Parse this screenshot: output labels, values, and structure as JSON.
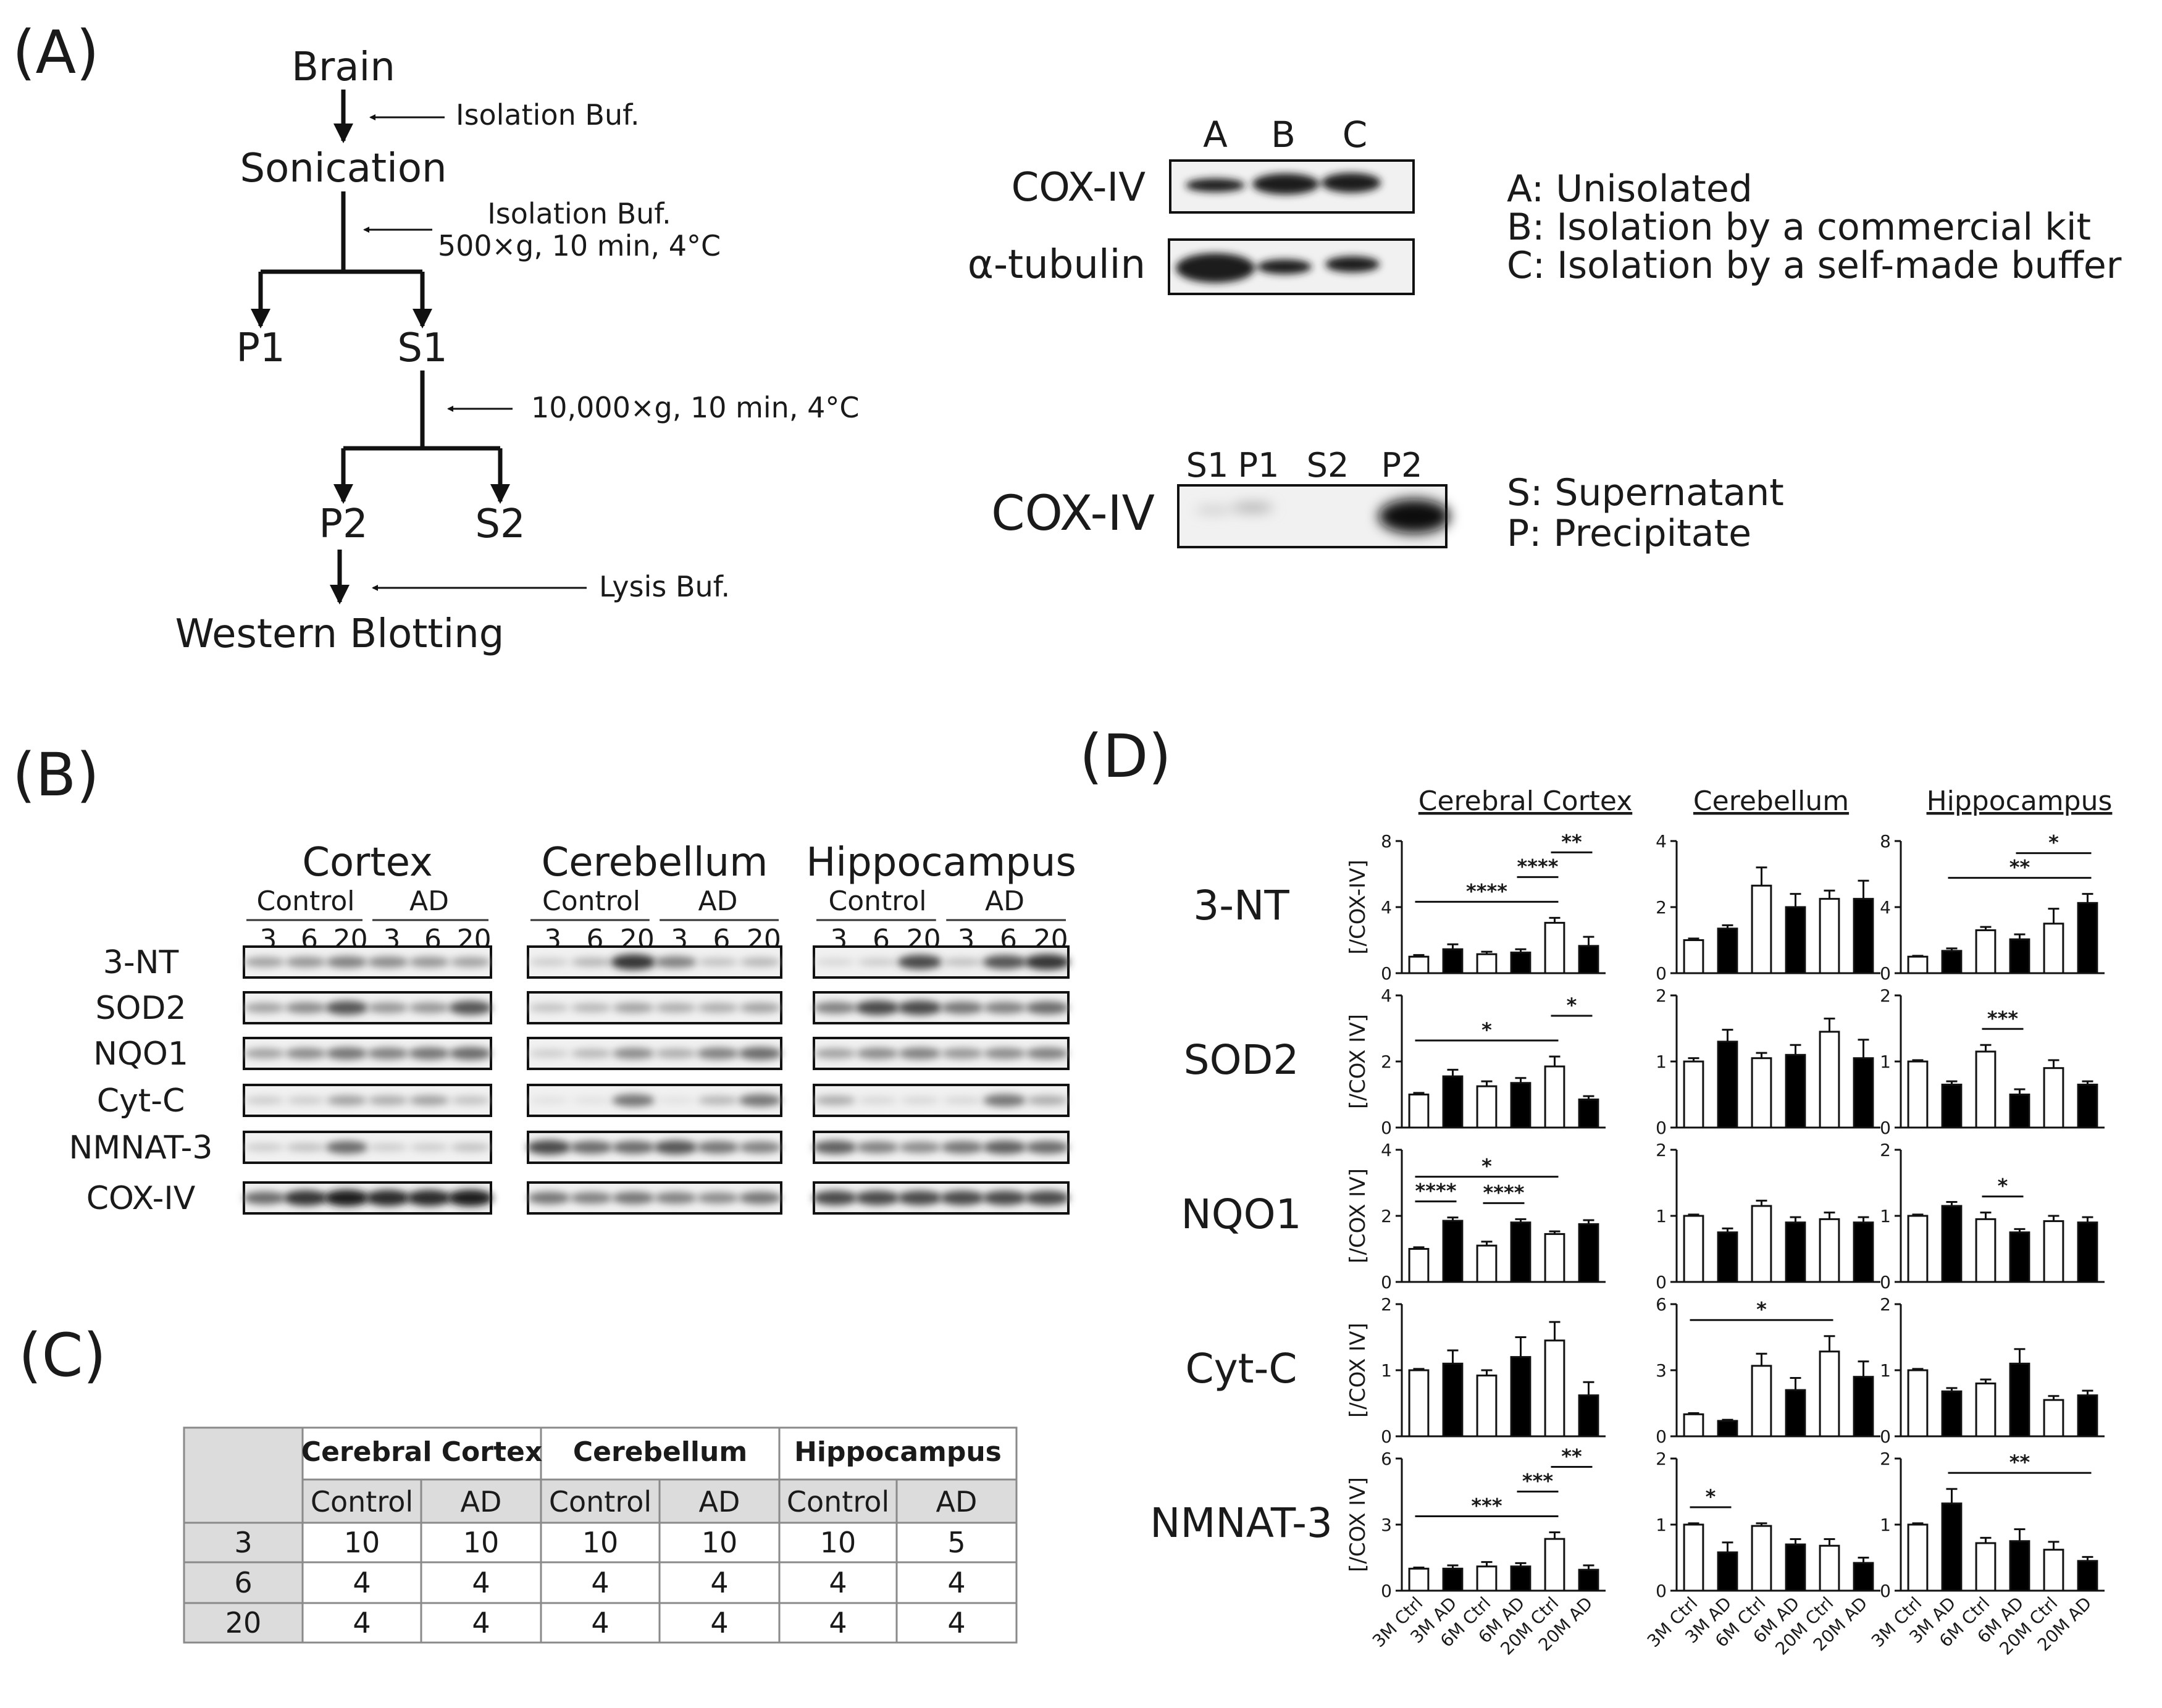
{
  "panel_a": {
    "label": "(A)",
    "flow": {
      "brain": "Brain",
      "isolation_buf_1": "Isolation Buf.",
      "sonication": "Sonication",
      "isolation_buf_2": "Isolation Buf.",
      "spin_1": "500×g, 10 min, 4°C",
      "p1": "P1",
      "s1": "S1",
      "spin_2": "10,000×g, 10 min, 4°C",
      "p2": "P2",
      "s2": "S2",
      "lysis_buf": "Lysis Buf.",
      "western": "Western Blotting"
    },
    "blot_top": {
      "lanes": [
        "A",
        "B",
        "C"
      ],
      "rows": [
        "COX-IV",
        "α-tubulin"
      ],
      "legend": [
        "A: Unisolated",
        "B: Isolation by a commercial kit",
        "C: Isolation by a self-made buffer"
      ]
    },
    "blot_bottom": {
      "lanes": [
        "S1",
        "P1",
        "S2",
        "P2"
      ],
      "row": "COX-IV",
      "legend": [
        "S: Supernatant",
        "P: Precipitate"
      ]
    }
  },
  "panel_b": {
    "label": "(B)",
    "regions": [
      "Cortex",
      "Cerebellum",
      "Hippocampus"
    ],
    "groups": [
      "Control",
      "AD"
    ],
    "ages": [
      "3",
      "6",
      "20"
    ],
    "proteins": [
      "3-NT",
      "SOD2",
      "NQO1",
      "Cyt-C",
      "NMNAT-3",
      "COX-IV"
    ]
  },
  "panel_c": {
    "label": "(C)",
    "regions": [
      "Cerebral Cortex",
      "Cerebellum",
      "Hippocampus"
    ],
    "subheaders": [
      "Control",
      "AD",
      "Control",
      "AD",
      "Control",
      "AD"
    ],
    "rows": [
      {
        "age": "3",
        "values": [
          "10",
          "10",
          "10",
          "10",
          "10",
          "5"
        ]
      },
      {
        "age": "6",
        "values": [
          "4",
          "4",
          "4",
          "4",
          "4",
          "4"
        ]
      },
      {
        "age": "20",
        "values": [
          "4",
          "4",
          "4",
          "4",
          "4",
          "4"
        ]
      }
    ]
  },
  "panel_d": {
    "label": "(D)",
    "column_titles": [
      "Cerebral Cortex",
      "Cerebellum",
      "Hippocampus"
    ],
    "row_labels": [
      "3-NT",
      "SOD2",
      "NQO1",
      "Cyt-C",
      "NMNAT-3"
    ],
    "y_axis_labels": [
      "[/COX-IV]",
      "[/COX IV]",
      "[/COX IV]",
      "[/COX IV]",
      "[/COX IV]"
    ],
    "categories": [
      "3M Ctrl",
      "3M AD",
      "6M Ctrl",
      "6M AD",
      "20M Ctrl",
      "20M AD"
    ]
  },
  "chart_data": [
    {
      "type": "bar",
      "title": "3-NT",
      "subtitle": "Cerebral Cortex",
      "ylabel": "[/COX-IV]",
      "categories": [
        "3M Ctrl",
        "3M AD",
        "6M Ctrl",
        "6M AD",
        "20M Ctrl",
        "20M AD"
      ],
      "values": [
        1.0,
        1.45,
        1.15,
        1.25,
        3.05,
        1.65
      ],
      "errors": [
        0.1,
        0.3,
        0.15,
        0.2,
        0.3,
        0.55
      ],
      "ylim": [
        0,
        8
      ],
      "yticks": [
        0,
        4,
        8
      ],
      "significance": [
        {
          "from": "3M Ctrl",
          "to": "20M Ctrl",
          "label": "****"
        },
        {
          "from": "6M AD",
          "to": "20M Ctrl",
          "label": "****"
        },
        {
          "from": "20M Ctrl",
          "to": "20M AD",
          "label": "**"
        }
      ]
    },
    {
      "type": "bar",
      "title": "3-NT",
      "subtitle": "Cerebellum",
      "categories": [
        "3M Ctrl",
        "3M AD",
        "6M Ctrl",
        "6M AD",
        "20M Ctrl",
        "20M AD"
      ],
      "values": [
        1.0,
        1.35,
        2.65,
        2.0,
        2.25,
        2.25
      ],
      "errors": [
        0.05,
        0.1,
        0.55,
        0.4,
        0.25,
        0.55
      ],
      "ylim": [
        0,
        4
      ],
      "yticks": [
        0,
        2,
        4
      ],
      "significance": []
    },
    {
      "type": "bar",
      "title": "3-NT",
      "subtitle": "Hippocampus",
      "categories": [
        "3M Ctrl",
        "3M AD",
        "6M Ctrl",
        "6M AD",
        "20M Ctrl",
        "20M AD"
      ],
      "values": [
        1.0,
        1.35,
        2.6,
        2.05,
        3.0,
        4.25
      ],
      "errors": [
        0.05,
        0.15,
        0.2,
        0.3,
        0.9,
        0.55
      ],
      "ylim": [
        0,
        8
      ],
      "yticks": [
        0,
        4,
        8
      ],
      "significance": [
        {
          "from": "3M AD",
          "to": "20M AD",
          "label": "**"
        },
        {
          "from": "6M AD",
          "to": "20M AD",
          "label": "*"
        }
      ]
    },
    {
      "type": "bar",
      "title": "SOD2",
      "subtitle": "Cerebral Cortex",
      "ylabel": "[/COX IV]",
      "categories": [
        "3M Ctrl",
        "3M AD",
        "6M Ctrl",
        "6M AD",
        "20M Ctrl",
        "20M AD"
      ],
      "values": [
        1.0,
        1.55,
        1.25,
        1.35,
        1.85,
        0.85
      ],
      "errors": [
        0.05,
        0.2,
        0.15,
        0.15,
        0.3,
        0.1
      ],
      "ylim": [
        0,
        4
      ],
      "yticks": [
        0,
        2,
        4
      ],
      "significance": [
        {
          "from": "3M Ctrl",
          "to": "20M Ctrl",
          "label": "*"
        },
        {
          "from": "20M Ctrl",
          "to": "20M AD",
          "label": "*"
        }
      ]
    },
    {
      "type": "bar",
      "title": "SOD2",
      "subtitle": "Cerebellum",
      "categories": [
        "3M Ctrl",
        "3M AD",
        "6M Ctrl",
        "6M AD",
        "20M Ctrl",
        "20M AD"
      ],
      "values": [
        1.0,
        1.3,
        1.05,
        1.1,
        1.45,
        1.05
      ],
      "errors": [
        0.05,
        0.18,
        0.08,
        0.15,
        0.2,
        0.28
      ],
      "ylim": [
        0,
        2
      ],
      "yticks": [
        0,
        1,
        2
      ],
      "significance": []
    },
    {
      "type": "bar",
      "title": "SOD2",
      "subtitle": "Hippocampus",
      "categories": [
        "3M Ctrl",
        "3M AD",
        "6M Ctrl",
        "6M AD",
        "20M Ctrl",
        "20M AD"
      ],
      "values": [
        1.0,
        0.65,
        1.15,
        0.5,
        0.9,
        0.65
      ],
      "errors": [
        0.02,
        0.05,
        0.1,
        0.08,
        0.12,
        0.05
      ],
      "ylim": [
        0,
        2
      ],
      "yticks": [
        0,
        1,
        2
      ],
      "significance": [
        {
          "from": "6M Ctrl",
          "to": "6M AD",
          "label": "***"
        }
      ]
    },
    {
      "type": "bar",
      "title": "NQO1",
      "subtitle": "Cerebral Cortex",
      "ylabel": "[/COX IV]",
      "categories": [
        "3M Ctrl",
        "3M AD",
        "6M Ctrl",
        "6M AD",
        "20M Ctrl",
        "20M AD"
      ],
      "values": [
        1.0,
        1.85,
        1.1,
        1.8,
        1.45,
        1.75
      ],
      "errors": [
        0.05,
        0.1,
        0.12,
        0.1,
        0.08,
        0.12
      ],
      "ylim": [
        0,
        4
      ],
      "yticks": [
        0,
        2,
        4
      ],
      "significance": [
        {
          "from": "3M Ctrl",
          "to": "3M AD",
          "label": "****"
        },
        {
          "from": "6M Ctrl",
          "to": "6M AD",
          "label": "****"
        },
        {
          "from": "3M Ctrl",
          "to": "20M Ctrl",
          "label": "*"
        }
      ]
    },
    {
      "type": "bar",
      "title": "NQO1",
      "subtitle": "Cerebellum",
      "categories": [
        "3M Ctrl",
        "3M AD",
        "6M Ctrl",
        "6M AD",
        "20M Ctrl",
        "20M AD"
      ],
      "values": [
        1.0,
        0.75,
        1.15,
        0.9,
        0.95,
        0.9
      ],
      "errors": [
        0.02,
        0.06,
        0.08,
        0.08,
        0.1,
        0.08
      ],
      "ylim": [
        0,
        2
      ],
      "yticks": [
        0,
        1,
        2
      ],
      "significance": []
    },
    {
      "type": "bar",
      "title": "NQO1",
      "subtitle": "Hippocampus",
      "categories": [
        "3M Ctrl",
        "3M AD",
        "6M Ctrl",
        "6M AD",
        "20M Ctrl",
        "20M AD"
      ],
      "values": [
        1.0,
        1.15,
        0.95,
        0.75,
        0.92,
        0.9
      ],
      "errors": [
        0.02,
        0.06,
        0.1,
        0.05,
        0.08,
        0.08
      ],
      "ylim": [
        0,
        2
      ],
      "yticks": [
        0,
        1,
        2
      ],
      "significance": [
        {
          "from": "6M Ctrl",
          "to": "6M AD",
          "label": "*"
        }
      ]
    },
    {
      "type": "bar",
      "title": "Cyt-C",
      "subtitle": "Cerebral Cortex",
      "ylabel": "[/COX IV]",
      "categories": [
        "3M Ctrl",
        "3M AD",
        "6M Ctrl",
        "6M AD",
        "20M Ctrl",
        "20M AD"
      ],
      "values": [
        1.0,
        1.1,
        0.92,
        1.2,
        1.45,
        0.62
      ],
      "errors": [
        0.02,
        0.2,
        0.08,
        0.3,
        0.28,
        0.2
      ],
      "ylim": [
        0,
        2
      ],
      "yticks": [
        0,
        1,
        2
      ],
      "significance": []
    },
    {
      "type": "bar",
      "title": "Cyt-C",
      "subtitle": "Cerebellum",
      "categories": [
        "3M Ctrl",
        "3M AD",
        "6M Ctrl",
        "6M AD",
        "20M Ctrl",
        "20M AD"
      ],
      "values": [
        1.0,
        0.7,
        3.2,
        2.1,
        3.85,
        2.7
      ],
      "errors": [
        0.05,
        0.05,
        0.55,
        0.55,
        0.7,
        0.7
      ],
      "ylim": [
        0,
        6
      ],
      "yticks": [
        0,
        3,
        6
      ],
      "significance": [
        {
          "from": "3M Ctrl",
          "to": "20M Ctrl",
          "label": "*"
        }
      ]
    },
    {
      "type": "bar",
      "title": "Cyt-C",
      "subtitle": "Hippocampus",
      "categories": [
        "3M Ctrl",
        "3M AD",
        "6M Ctrl",
        "6M AD",
        "20M Ctrl",
        "20M AD"
      ],
      "values": [
        1.0,
        0.68,
        0.8,
        1.1,
        0.55,
        0.62
      ],
      "errors": [
        0.02,
        0.05,
        0.06,
        0.22,
        0.06,
        0.07
      ],
      "ylim": [
        0,
        2
      ],
      "yticks": [
        0,
        1,
        2
      ],
      "significance": []
    },
    {
      "type": "bar",
      "title": "NMNAT-3",
      "subtitle": "Cerebral Cortex",
      "ylabel": "[/COX IV]",
      "categories": [
        "3M Ctrl",
        "3M AD",
        "6M Ctrl",
        "6M AD",
        "20M Ctrl",
        "20M AD"
      ],
      "values": [
        1.0,
        1.0,
        1.1,
        1.1,
        2.35,
        0.95
      ],
      "errors": [
        0.05,
        0.15,
        0.2,
        0.15,
        0.3,
        0.2
      ],
      "ylim": [
        0,
        6
      ],
      "yticks": [
        0,
        3,
        6
      ],
      "significance": [
        {
          "from": "3M Ctrl",
          "to": "20M Ctrl",
          "label": "***"
        },
        {
          "from": "6M AD",
          "to": "20M Ctrl",
          "label": "***"
        },
        {
          "from": "20M Ctrl",
          "to": "20M AD",
          "label": "**"
        }
      ]
    },
    {
      "type": "bar",
      "title": "NMNAT-3",
      "subtitle": "Cerebellum",
      "categories": [
        "3M Ctrl",
        "3M AD",
        "6M Ctrl",
        "6M AD",
        "20M Ctrl",
        "20M AD"
      ],
      "values": [
        1.0,
        0.58,
        0.98,
        0.7,
        0.68,
        0.42
      ],
      "errors": [
        0.02,
        0.15,
        0.04,
        0.08,
        0.1,
        0.08
      ],
      "ylim": [
        0,
        2
      ],
      "yticks": [
        0,
        1,
        2
      ],
      "significance": [
        {
          "from": "3M Ctrl",
          "to": "3M AD",
          "label": "*"
        }
      ]
    },
    {
      "type": "bar",
      "title": "NMNAT-3",
      "subtitle": "Hippocampus",
      "categories": [
        "3M Ctrl",
        "3M AD",
        "6M Ctrl",
        "6M AD",
        "20M Ctrl",
        "20M AD"
      ],
      "values": [
        1.0,
        1.32,
        0.72,
        0.75,
        0.62,
        0.45
      ],
      "errors": [
        0.02,
        0.22,
        0.08,
        0.18,
        0.12,
        0.06
      ],
      "ylim": [
        0,
        2
      ],
      "yticks": [
        0,
        1,
        2
      ],
      "significance": [
        {
          "from": "3M AD",
          "to": "20M AD",
          "label": "**"
        }
      ]
    }
  ]
}
